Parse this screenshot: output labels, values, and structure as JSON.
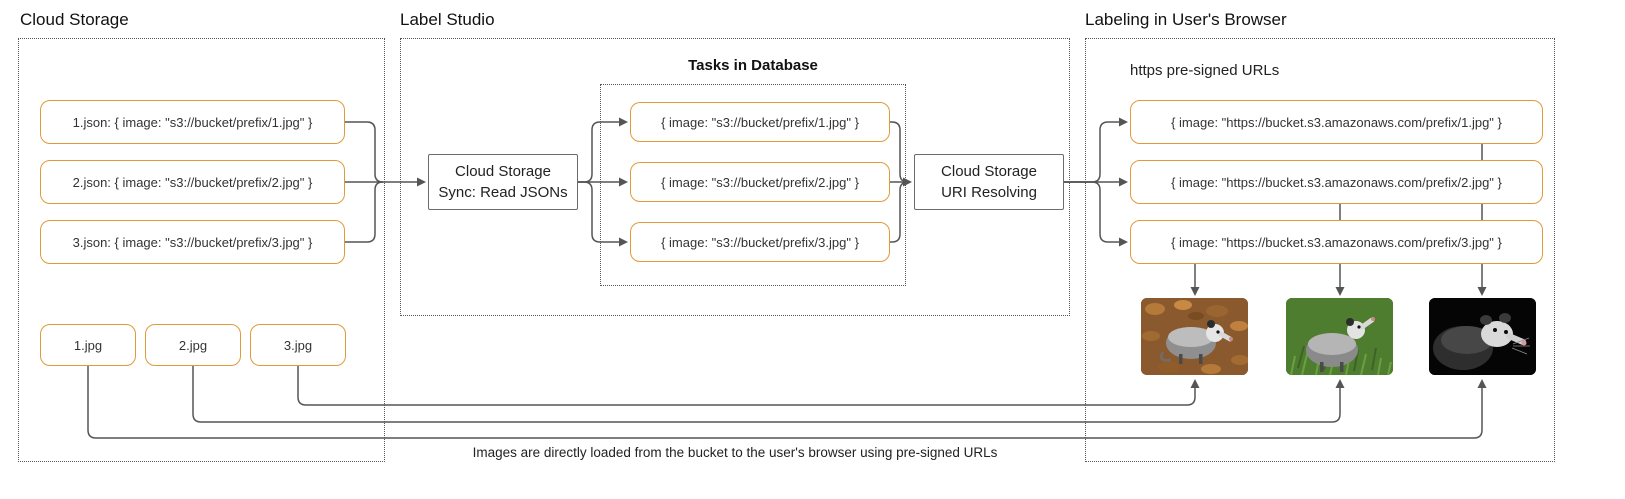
{
  "sections": {
    "cloud_storage": {
      "title": "Cloud Storage",
      "json_files": [
        "1.json: { image: \"s3://bucket/prefix/1.jpg\" }",
        "2.json: { image: \"s3://bucket/prefix/2.jpg\" }",
        "3.json: { image: \"s3://bucket/prefix/3.jpg\" }"
      ],
      "image_files": [
        "1.jpg",
        "2.jpg",
        "3.jpg"
      ]
    },
    "label_studio": {
      "title": "Label Studio",
      "sync_node_lines": [
        "Cloud Storage",
        "Sync: Read JSONs"
      ],
      "tasks_title": "Tasks in Database",
      "tasks": [
        "{ image: \"s3://bucket/prefix/1.jpg\" }",
        "{ image: \"s3://bucket/prefix/2.jpg\" }",
        "{ image: \"s3://bucket/prefix/3.jpg\" }"
      ],
      "resolve_node_lines": [
        "Cloud Storage",
        "URI Resolving"
      ]
    },
    "browser": {
      "title": "Labeling in User's Browser",
      "subtitle": "https pre-signed URLs",
      "urls": [
        "{ image: \"https://bucket.s3.amazonaws.com/prefix/1.jpg\" }",
        "{ image: \"https://bucket.s3.amazonaws.com/prefix/2.jpg\" }",
        "{ image: \"https://bucket.s3.amazonaws.com/prefix/3.jpg\" }"
      ],
      "images": [
        "opossum-photo-1",
        "opossum-photo-2",
        "opossum-photo-3"
      ]
    },
    "caption": "Images are directly loaded from the bucket to the user's browser using pre-signed URLs"
  },
  "colors": {
    "node_border": "#e09a3a",
    "box_border": "#6b6b6b",
    "arrow": "#555555",
    "text": "#222222"
  }
}
